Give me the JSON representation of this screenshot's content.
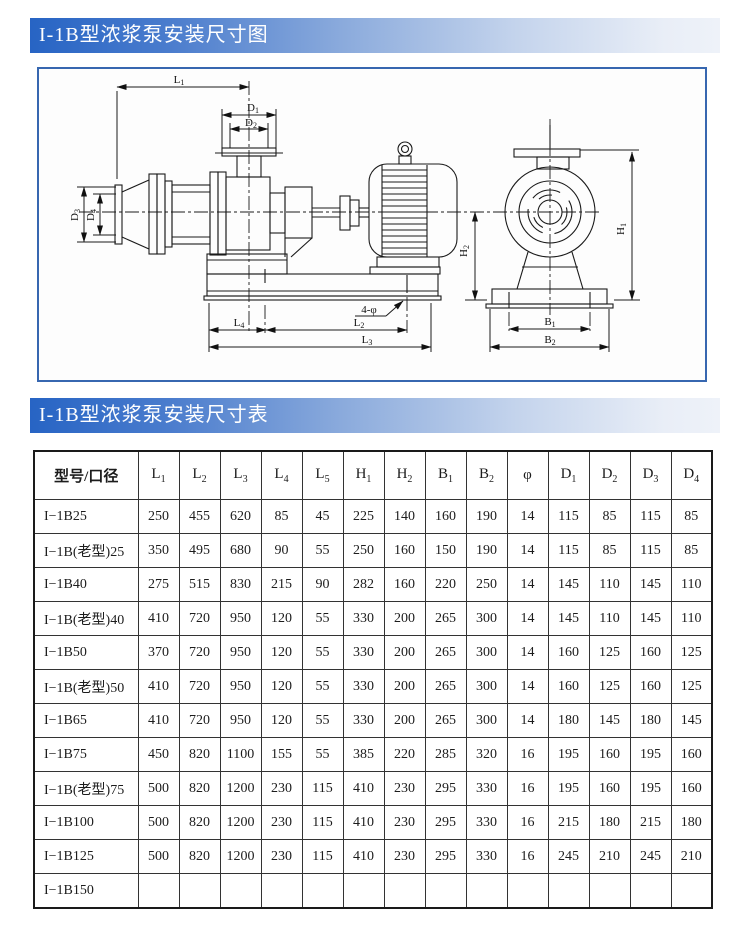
{
  "section_diagram": {
    "title": "I-1B型浓浆泵安装尺寸图"
  },
  "section_table": {
    "title": "I-1B型浓浆泵安装尺寸表"
  },
  "diagram": {
    "labels": {
      "L1": "L1",
      "L2": "L2",
      "L3": "L3",
      "L4": "L4",
      "D1": "D1",
      "D2": "D2",
      "D3": "D3",
      "D4": "D4",
      "H1": "H1",
      "H2": "H2",
      "B1": "B1",
      "B2": "B2",
      "bolt_holes": "4-φ"
    }
  },
  "table": {
    "header": [
      "型号/口径",
      "L1",
      "L2",
      "L3",
      "L4",
      "L5",
      "H1",
      "H2",
      "B1",
      "B2",
      "φ",
      "D1",
      "D2",
      "D3",
      "D4"
    ],
    "rows": [
      {
        "model": "I−1B25",
        "values": [
          "250",
          "455",
          "620",
          "85",
          "45",
          "225",
          "140",
          "160",
          "190",
          "14",
          "115",
          "85",
          "115",
          "85"
        ]
      },
      {
        "model": "I−1B(老型)25",
        "values": [
          "350",
          "495",
          "680",
          "90",
          "55",
          "250",
          "160",
          "150",
          "190",
          "14",
          "115",
          "85",
          "115",
          "85"
        ]
      },
      {
        "model": "I−1B40",
        "values": [
          "275",
          "515",
          "830",
          "215",
          "90",
          "282",
          "160",
          "220",
          "250",
          "14",
          "145",
          "110",
          "145",
          "110"
        ]
      },
      {
        "model": "I−1B(老型)40",
        "values": [
          "410",
          "720",
          "950",
          "120",
          "55",
          "330",
          "200",
          "265",
          "300",
          "14",
          "145",
          "110",
          "145",
          "110"
        ]
      },
      {
        "model": "I−1B50",
        "values": [
          "370",
          "720",
          "950",
          "120",
          "55",
          "330",
          "200",
          "265",
          "300",
          "14",
          "160",
          "125",
          "160",
          "125"
        ]
      },
      {
        "model": "I−1B(老型)50",
        "values": [
          "410",
          "720",
          "950",
          "120",
          "55",
          "330",
          "200",
          "265",
          "300",
          "14",
          "160",
          "125",
          "160",
          "125"
        ]
      },
      {
        "model": "I−1B65",
        "values": [
          "410",
          "720",
          "950",
          "120",
          "55",
          "330",
          "200",
          "265",
          "300",
          "14",
          "180",
          "145",
          "180",
          "145"
        ]
      },
      {
        "model": "I−1B75",
        "values": [
          "450",
          "820",
          "1100",
          "155",
          "55",
          "385",
          "220",
          "285",
          "320",
          "16",
          "195",
          "160",
          "195",
          "160"
        ]
      },
      {
        "model": "I−1B(老型)75",
        "values": [
          "500",
          "820",
          "1200",
          "230",
          "115",
          "410",
          "230",
          "295",
          "330",
          "16",
          "195",
          "160",
          "195",
          "160"
        ]
      },
      {
        "model": "I−1B100",
        "values": [
          "500",
          "820",
          "1200",
          "230",
          "115",
          "410",
          "230",
          "295",
          "330",
          "16",
          "215",
          "180",
          "215",
          "180"
        ]
      },
      {
        "model": "I−1B125",
        "values": [
          "500",
          "820",
          "1200",
          "230",
          "115",
          "410",
          "230",
          "295",
          "330",
          "16",
          "245",
          "210",
          "245",
          "210"
        ]
      },
      {
        "model": "I−1B150",
        "values": [
          "",
          "",
          "",
          "",
          "",
          "",
          "",
          "",
          "",
          "",
          "",
          "",
          "",
          ""
        ]
      }
    ]
  }
}
